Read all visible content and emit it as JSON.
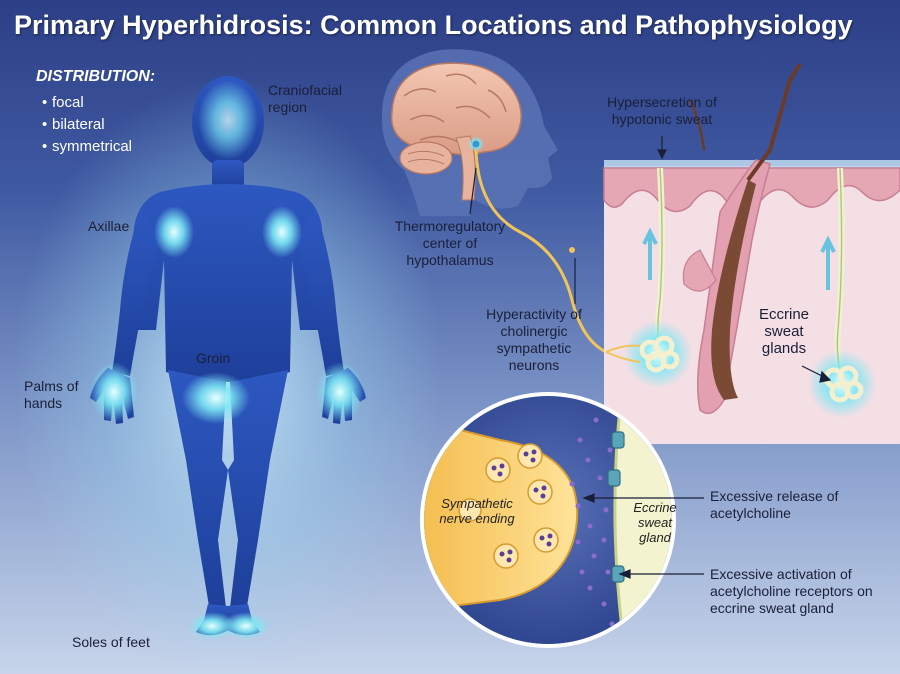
{
  "title": "Primary Hyperhidrosis: Common Locations and Pathophysiology",
  "distribution": {
    "heading": "DISTRIBUTION:",
    "items": [
      "focal",
      "bilateral",
      "symmetrical"
    ]
  },
  "body_locations": {
    "craniofacial": "Craniofacial region",
    "axillae": "Axillae",
    "groin": "Groin",
    "palms": "Palms of hands",
    "soles": "Soles of feet"
  },
  "brain": {
    "hypothalamus": "Thermoregulatory center of hypothalamus",
    "neurons": "Hyperactivity of cholinergic sympathetic neurons"
  },
  "skin": {
    "sweat": "Hypersecretion of hypotonic sweat",
    "glands": "Eccrine sweat glands"
  },
  "synapse": {
    "nerve_ending": "Sympathetic nerve ending",
    "gland": "Eccrine sweat gland",
    "release": "Excessive release of acetylcholine",
    "activation": "Excessive activation of acetylcholine receptors on eccrine sweat gland"
  },
  "colors": {
    "background_top": "#2d3f86",
    "body_fill": "#2b4aa8",
    "highlight": "#7ee7f4",
    "skin_pink": "#e6a7b4",
    "nerve": "#f1c45a"
  }
}
